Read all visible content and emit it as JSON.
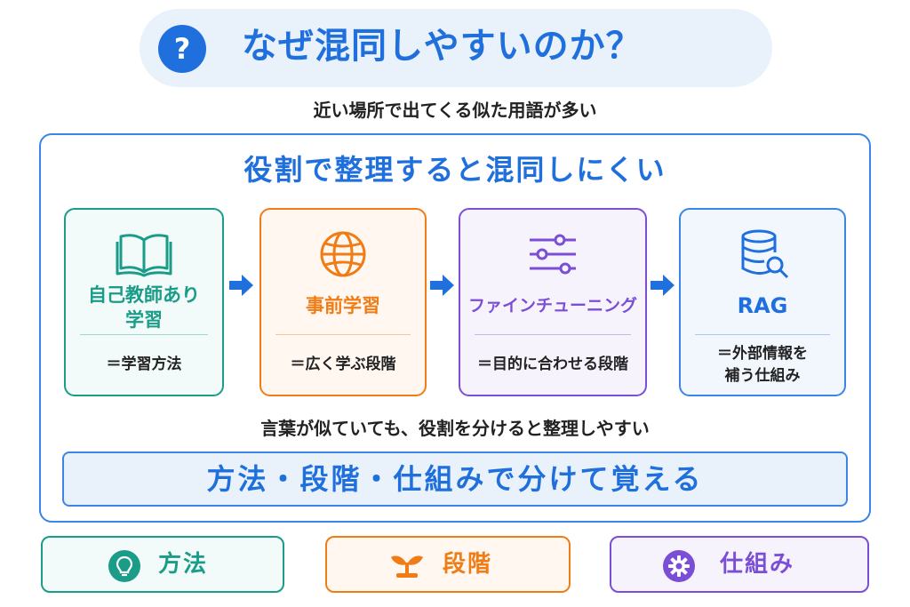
{
  "header": {
    "badge": "?",
    "title": "なぜ混同しやすいのか？",
    "subtitle": "近い場所で出てくる似た用語が多い"
  },
  "main": {
    "heading": "役割で整理すると混同しにくい",
    "cards": [
      {
        "icon": "open-book-icon",
        "title_lines": [
          "自己教師あり",
          "学習"
        ],
        "desc_lines": [
          "＝学習方法"
        ],
        "color": "#1a9c88"
      },
      {
        "icon": "globe-icon",
        "title_lines": [
          "事前学習"
        ],
        "desc_lines": [
          "＝広く学ぶ段階"
        ],
        "color": "#f07c16"
      },
      {
        "icon": "sliders-icon",
        "title_lines": [
          "ファインチューニング"
        ],
        "desc_lines": [
          "＝目的に合わせる段階"
        ],
        "color": "#7a4fd6"
      },
      {
        "icon": "database-search-icon",
        "title_lines": [
          "RAG"
        ],
        "desc_lines": [
          "＝外部情報を",
          "補う仕組み"
        ],
        "color": "#1f6fdc"
      }
    ],
    "bridge_text": "言葉が似ていても、役割を分けると整理しやすい",
    "summary": "方法・段階・仕組みで分けて覚える"
  },
  "legend": [
    {
      "icon": "lightbulb-icon",
      "label": "方法",
      "color": "#1a9c88"
    },
    {
      "icon": "sprout-icon",
      "label": "段階",
      "color": "#f07c16"
    },
    {
      "icon": "gear-icon",
      "label": "仕組み",
      "color": "#7a4fd6"
    }
  ],
  "colors": {
    "accent": "#1f6fdc",
    "accent_bg": "#e9f1fb"
  }
}
